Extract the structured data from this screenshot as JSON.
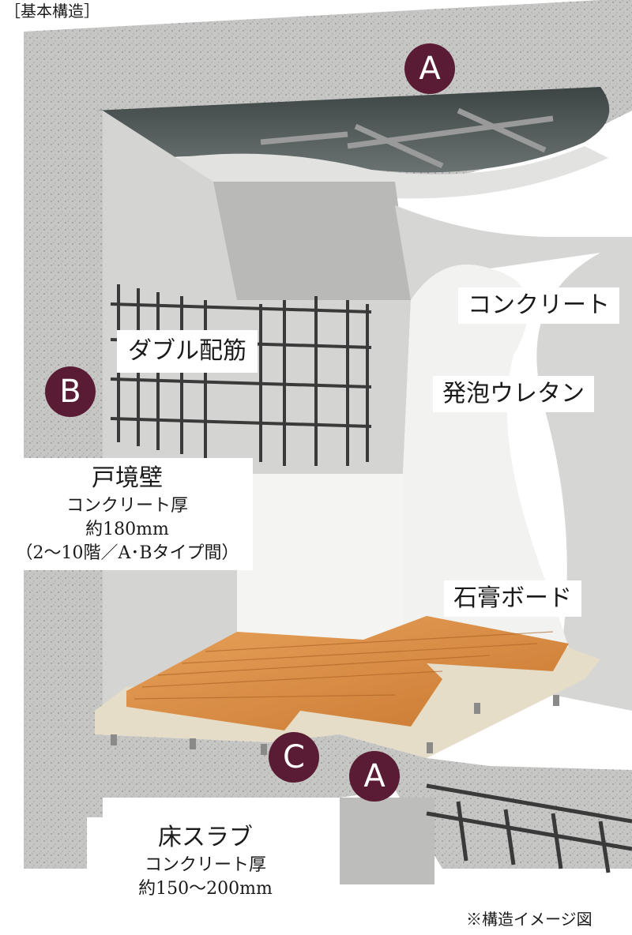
{
  "header": {
    "label": "［基本構造］"
  },
  "badges": {
    "a_top": "A",
    "b": "B",
    "c": "C",
    "a_bottom": "A"
  },
  "labels": {
    "double_rebar": "ダブル配筋",
    "concrete": "コンクリート",
    "urethane": "発泡ウレタン",
    "gypsum": "石膏ボード"
  },
  "boundary_wall": {
    "title": "戸境壁",
    "line1": "コンクリート厚",
    "line2": "約180mm",
    "line3": "（2〜10階／A･Bタイプ間）"
  },
  "floor_slab": {
    "title": "床スラブ",
    "line1": "コンクリート厚",
    "line2": "約150〜200mm"
  },
  "footer": {
    "note": "※構造イメージ図"
  },
  "colors": {
    "badge": "#5a1c34",
    "concrete": "#c9c9c7",
    "wood": "#d98a45"
  }
}
